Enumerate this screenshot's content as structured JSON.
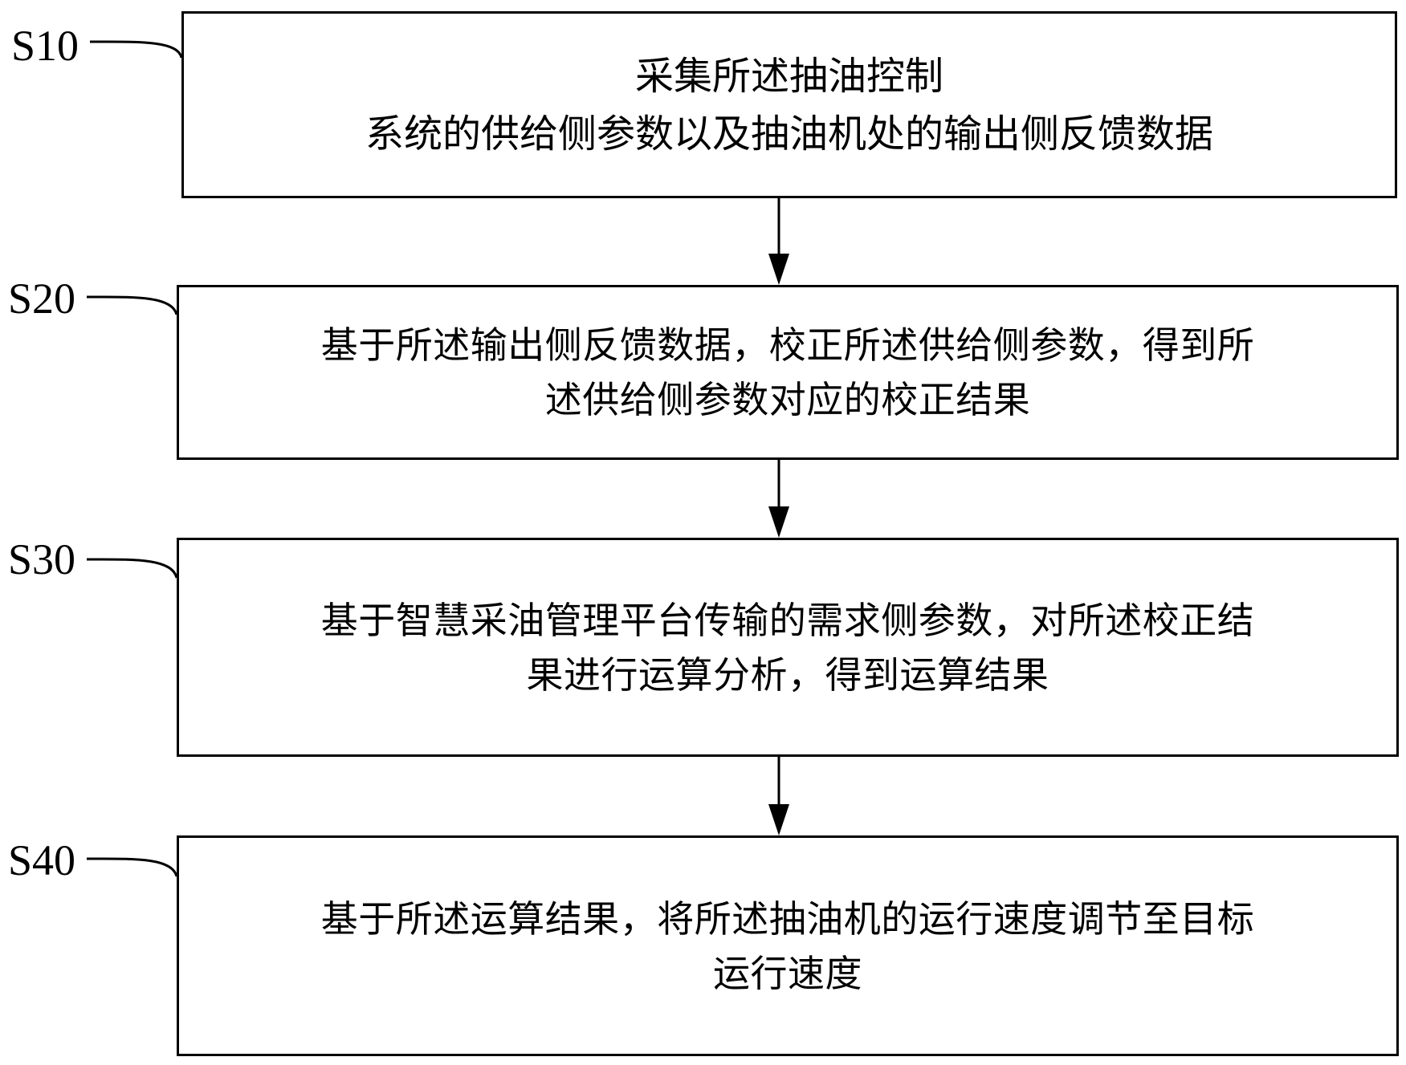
{
  "steps": [
    {
      "id": "S10",
      "text": "采集所述抽油控制\n系统的供给侧参数以及抽油机处的输出侧反馈数据"
    },
    {
      "id": "S20",
      "text": "基于所述输出侧反馈数据，校正所述供给侧参数，得到所\n述供给侧参数对应的校正结果"
    },
    {
      "id": "S30",
      "text": "基于智慧采油管理平台传输的需求侧参数，对所述校正结\n果进行运算分析，得到运算结果"
    },
    {
      "id": "S40",
      "text": "基于所述运算结果，将所述抽油机的运行速度调节至目标\n运行速度"
    }
  ]
}
